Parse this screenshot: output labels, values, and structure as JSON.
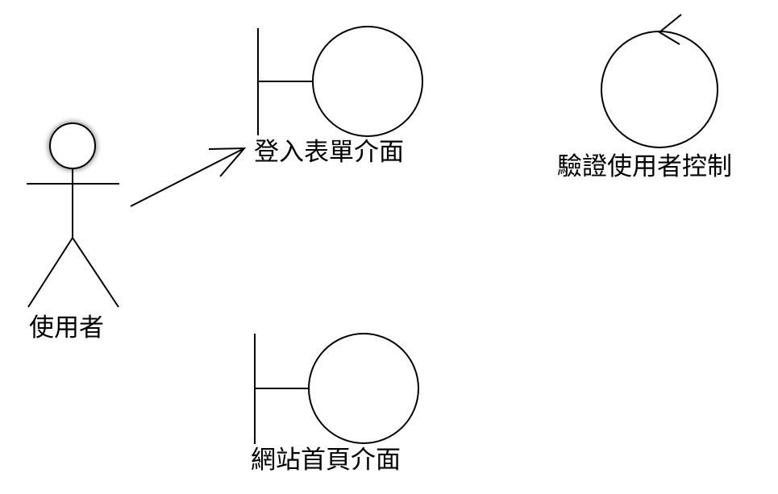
{
  "diagram": {
    "actor": {
      "label": "使用者",
      "icon": "stick-figure-actor-icon"
    },
    "login_form_boundary": {
      "label": "登入表單介面",
      "icon": "boundary-object-icon"
    },
    "verify_user_control": {
      "label": "驗證使用者控制",
      "icon": "control-object-icon"
    },
    "homepage_boundary": {
      "label": "網站首頁介面",
      "icon": "boundary-object-icon"
    },
    "association": {
      "from": "使用者",
      "to": "登入表單介面",
      "style": "open-arrow"
    },
    "colors": {
      "stroke": "#000000",
      "background": "#ffffff",
      "actor_head_glow": "#555555"
    }
  }
}
